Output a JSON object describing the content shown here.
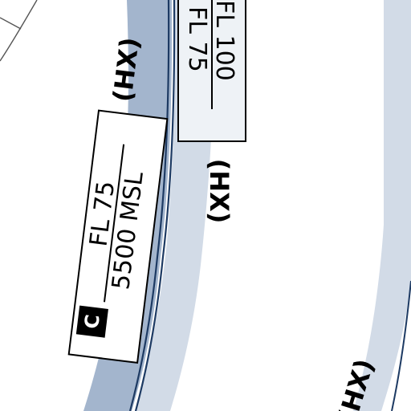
{
  "map": {
    "colors": {
      "background": "#ffffff",
      "class_c_band": "#a3b5cd",
      "class_c_band_light": "#d2dbe7",
      "outer_band": "#d2dbe7",
      "boundary_line": "#1d3a63",
      "label_fill": "#eef2f6",
      "text": "#000000"
    },
    "airspace_labels": [
      {
        "class_letter": "C",
        "ceiling": "FL 75",
        "floor": "5500 MSL"
      },
      {
        "ceiling": "FL 100",
        "floor": "FL 75"
      }
    ],
    "hx_labels": [
      "(HX)",
      "(HX)",
      "(HX)"
    ]
  }
}
